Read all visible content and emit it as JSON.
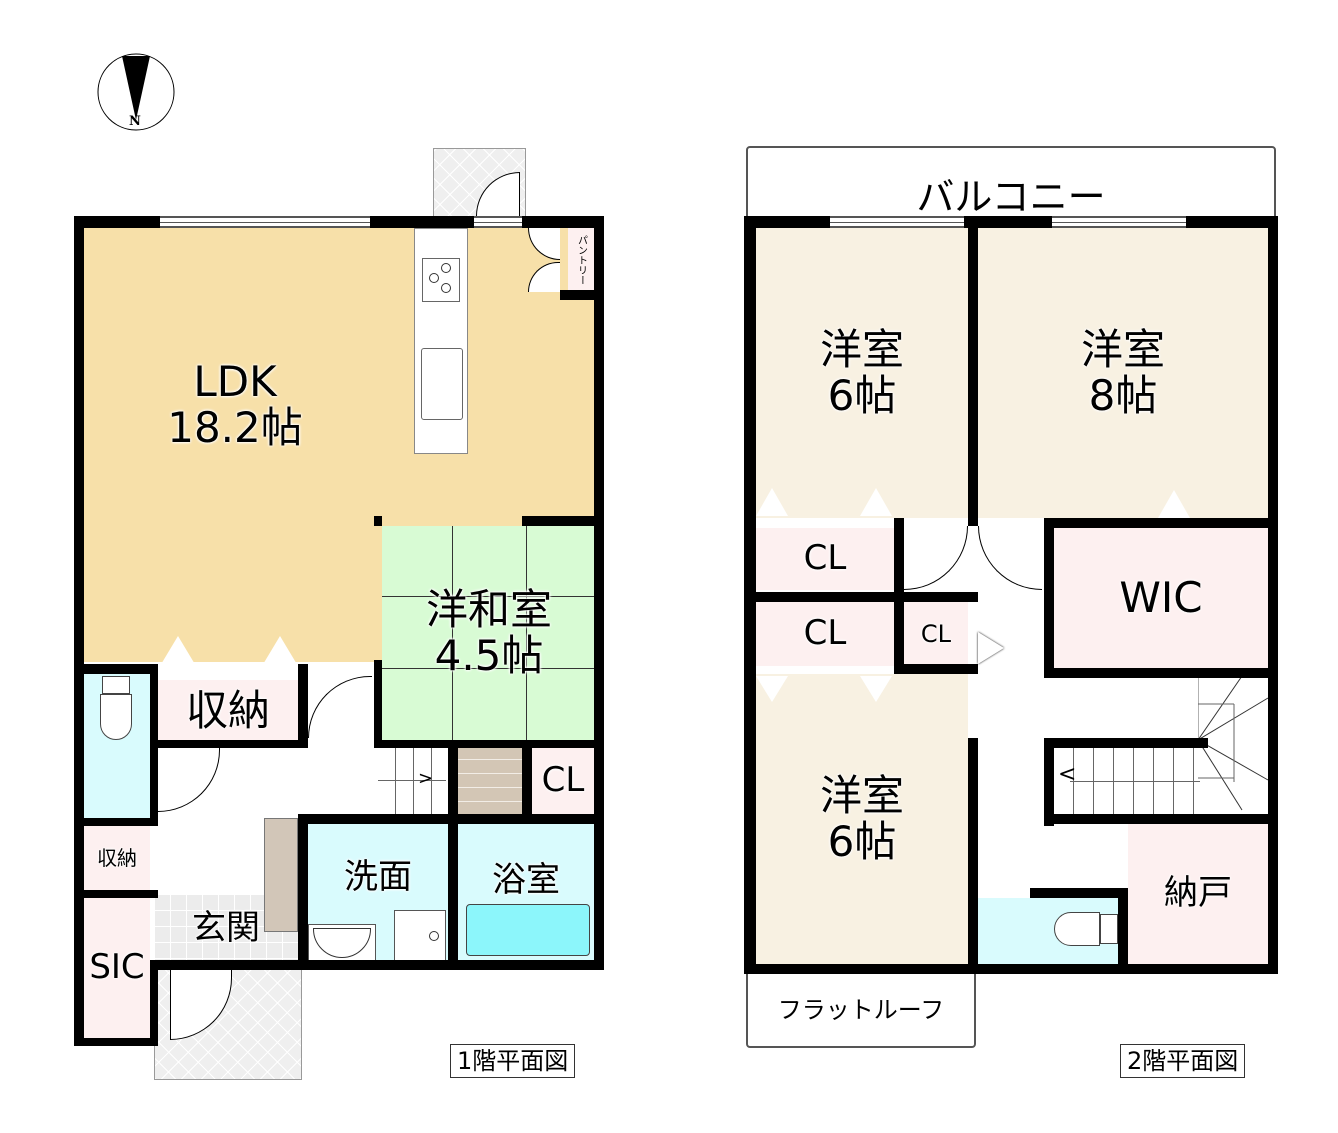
{
  "compass": {
    "label": "N",
    "icon": "north-arrow-icon"
  },
  "floor1": {
    "title": "1階平面図",
    "rooms": {
      "ldk": {
        "name": "LDK",
        "size": "18.2帖"
      },
      "washitsu": {
        "name": "洋和室",
        "size": "4.5帖"
      },
      "storage_main": {
        "name": "収納"
      },
      "storage_small": {
        "name": "収納"
      },
      "closet": {
        "name": "CL"
      },
      "pantry": {
        "name": "パントリー"
      },
      "washroom": {
        "name": "洗面"
      },
      "bathroom": {
        "name": "浴室"
      },
      "entrance": {
        "name": "玄関"
      },
      "sic": {
        "name": "SIC"
      }
    }
  },
  "floor2": {
    "title": "2階平面図",
    "balcony": "バルコニー",
    "flat_roof": "フラットルーフ",
    "rooms": {
      "western_a": {
        "name": "洋室",
        "size": "6帖"
      },
      "western_b": {
        "name": "洋室",
        "size": "8帖"
      },
      "western_c": {
        "name": "洋室",
        "size": "6帖"
      },
      "closet_1": {
        "name": "CL"
      },
      "closet_2": {
        "name": "CL"
      },
      "closet_3": {
        "name": "CL"
      },
      "wic": {
        "name": "WIC"
      },
      "nando": {
        "name": "納戸"
      }
    }
  },
  "colors": {
    "ldk": "#f7e0a9",
    "tatami": "#d8fbd4",
    "storage": "#fdf0f0",
    "wet_area": "#d9fbfd",
    "bedroom": "#f8f1e2",
    "bathtub": "#8cf6fb",
    "wall": "#000000"
  }
}
